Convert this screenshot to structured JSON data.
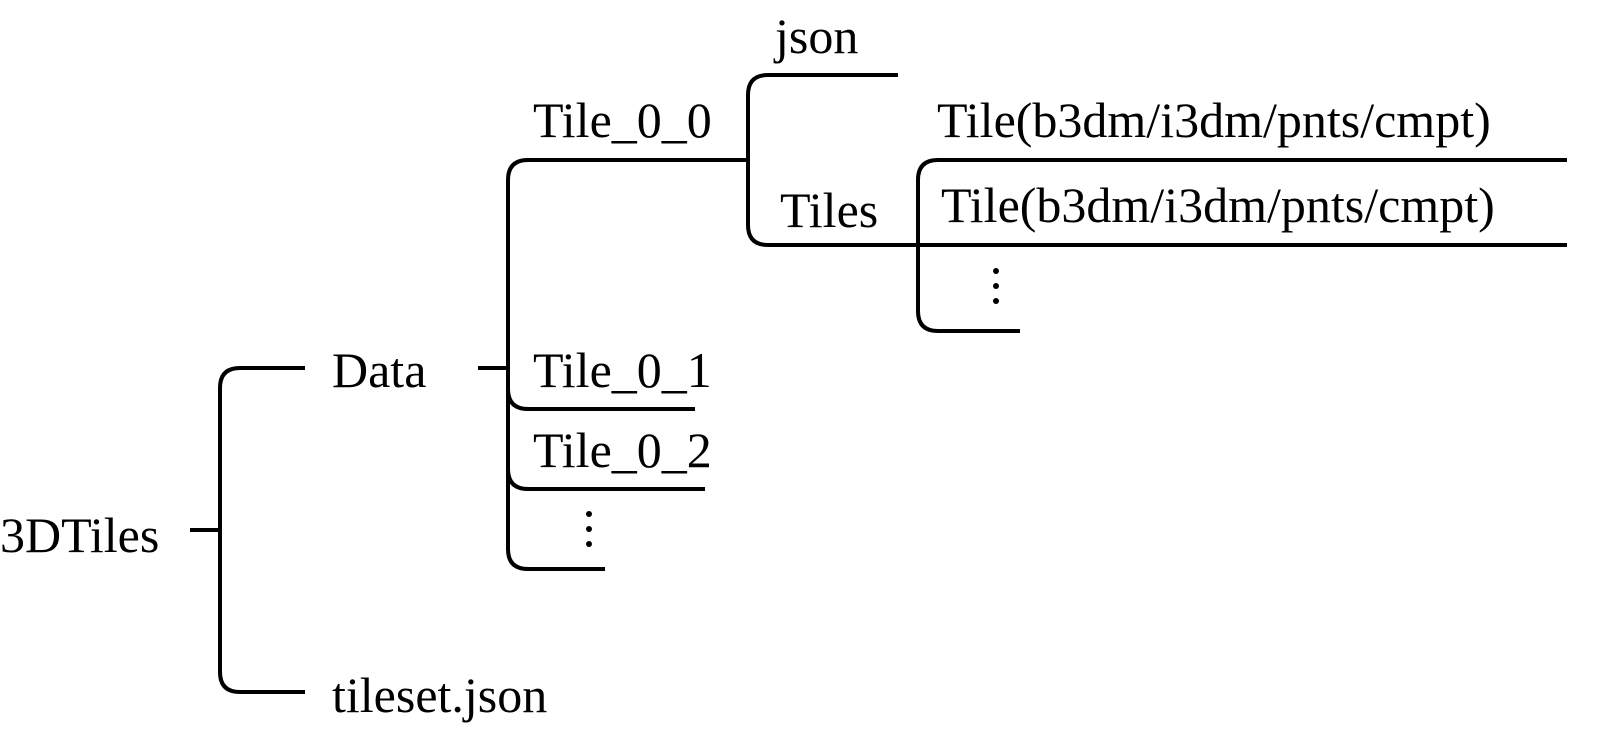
{
  "tree": {
    "root": "3DTiles",
    "data": "Data",
    "tileset": "tileset.json",
    "tile_0_0": "Tile_0_0",
    "tile_0_1": "Tile_0_1",
    "tile_0_2": "Tile_0_2",
    "json": "json",
    "tiles": "Tiles",
    "tile_format_1": "Tile(b3dm/i3dm/pnts/cmpt)",
    "tile_format_2": "Tile(b3dm/i3dm/pnts/cmpt)"
  }
}
